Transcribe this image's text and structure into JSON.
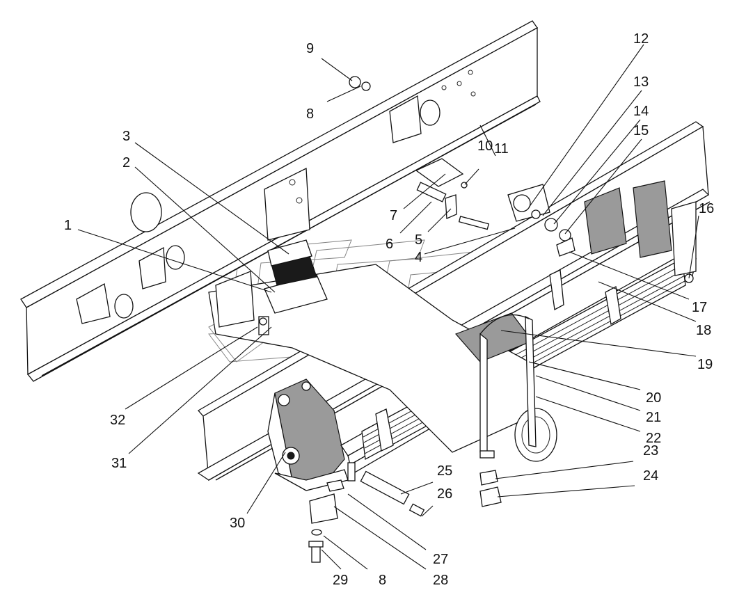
{
  "diagram": {
    "callouts": [
      {
        "id": "c1",
        "label": "1"
      },
      {
        "id": "c2",
        "label": "2"
      },
      {
        "id": "c3",
        "label": "3"
      },
      {
        "id": "c4",
        "label": "4"
      },
      {
        "id": "c5",
        "label": "5"
      },
      {
        "id": "c6",
        "label": "6"
      },
      {
        "id": "c7",
        "label": "7"
      },
      {
        "id": "c8a",
        "label": "8"
      },
      {
        "id": "c9",
        "label": "9"
      },
      {
        "id": "c10",
        "label": "10"
      },
      {
        "id": "c11",
        "label": "11"
      },
      {
        "id": "c12",
        "label": "12"
      },
      {
        "id": "c13",
        "label": "13"
      },
      {
        "id": "c14",
        "label": "14"
      },
      {
        "id": "c15",
        "label": "15"
      },
      {
        "id": "c16",
        "label": "16"
      },
      {
        "id": "c17",
        "label": "17"
      },
      {
        "id": "c18",
        "label": "18"
      },
      {
        "id": "c19",
        "label": "19"
      },
      {
        "id": "c20",
        "label": "20"
      },
      {
        "id": "c21",
        "label": "21"
      },
      {
        "id": "c22",
        "label": "22"
      },
      {
        "id": "c23",
        "label": "23"
      },
      {
        "id": "c24",
        "label": "24"
      },
      {
        "id": "c25",
        "label": "25"
      },
      {
        "id": "c26",
        "label": "26"
      },
      {
        "id": "c27",
        "label": "27"
      },
      {
        "id": "c28",
        "label": "28"
      },
      {
        "id": "c29",
        "label": "29"
      },
      {
        "id": "c8b",
        "label": "8"
      },
      {
        "id": "c30",
        "label": "30"
      },
      {
        "id": "c31",
        "label": "31"
      },
      {
        "id": "c32",
        "label": "32"
      }
    ]
  }
}
